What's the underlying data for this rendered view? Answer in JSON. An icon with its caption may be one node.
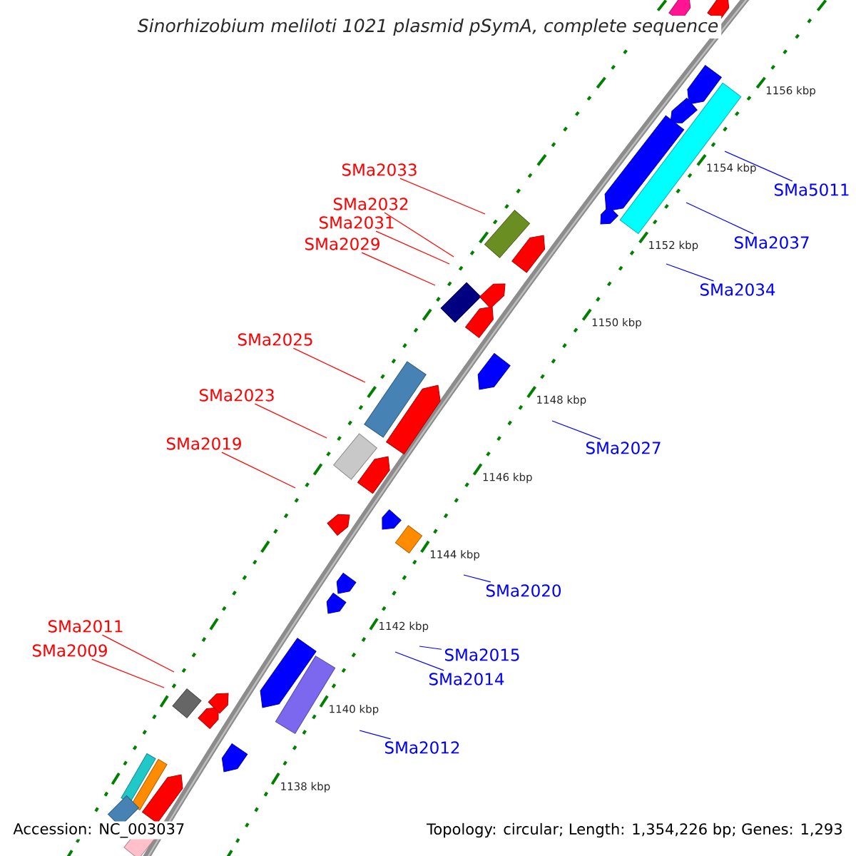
{
  "diagram": {
    "title": "Sinorhizobium meliloti 1021 plasmid pSymA, complete sequence",
    "nodes": [
      {
        "text": [
          "SMa2033"
        ]
      },
      {
        "text": [
          "SMa5011"
        ]
      },
      {
        "text": [
          "SMa2032"
        ]
      },
      {
        "text": [
          "SMa2031"
        ]
      },
      {
        "text": [
          "SMa2037"
        ]
      },
      {
        "text": [
          "SMa2029"
        ]
      },
      {
        "text": [
          "SMa2034"
        ]
      },
      {
        "text": [
          "SMa2025"
        ]
      },
      {
        "text": [
          "SMa2023"
        ]
      },
      {
        "text": [
          "SMa2019"
        ]
      },
      {
        "text": [
          "SMa2027"
        ]
      },
      {
        "text": [
          "SMa2020"
        ]
      },
      {
        "text": [
          "SMa2011"
        ]
      },
      {
        "text": [
          "SMa2009"
        ]
      },
      {
        "text": [
          "SMa2015"
        ]
      },
      {
        "text": [
          "SMa2014"
        ]
      },
      {
        "text": [
          "SMa2012"
        ]
      }
    ],
    "edges": [
      {
        "from": 0,
        "to": null,
        "arrow": "none"
      },
      {
        "from": 1,
        "to": null,
        "arrow": "none",
        "color": "#0000ff"
      },
      {
        "from": 2,
        "to": null,
        "arrow": "none"
      },
      {
        "from": 3,
        "to": null,
        "arrow": "none"
      },
      {
        "from": 4,
        "to": null,
        "arrow": "none",
        "color": "#0000ff"
      },
      {
        "from": 5,
        "to": null,
        "arrow": "none"
      },
      {
        "from": 6,
        "to": null,
        "arrow": "none",
        "color": "#0000ff"
      },
      {
        "from": 7,
        "to": null,
        "arrow": "none"
      },
      {
        "from": 8,
        "to": null,
        "arrow": "none"
      },
      {
        "from": 9,
        "to": null,
        "arrow": "none"
      },
      {
        "from": 10,
        "to": null,
        "arrow": "none",
        "color": "#0000ff"
      },
      {
        "from": 11,
        "to": null,
        "arrow": "none",
        "color": "#0000ff"
      },
      {
        "from": 12,
        "to": null,
        "arrow": "none"
      },
      {
        "from": 13,
        "to": null,
        "arrow": "none"
      },
      {
        "from": 14,
        "to": null,
        "arrow": "none",
        "color": "#0000ff"
      },
      {
        "from": 15,
        "to": null,
        "arrow": "none",
        "color": "#0000ff"
      },
      {
        "from": 16,
        "to": null,
        "arrow": "none",
        "color": "#0000ff"
      }
    ],
    "labels": [
      "1156 kbp",
      "1154 kbp",
      "1152 kbp",
      "1150 kbp",
      "1148 kbp",
      "1146 kbp",
      "1144 kbp",
      "1142 kbp",
      "1140 kbp",
      "1138 kbp",
      "Accession: NC_003037",
      "Topology: circular; Length: 1,354,226 bp; Genes: 1,293"
    ]
  }
}
